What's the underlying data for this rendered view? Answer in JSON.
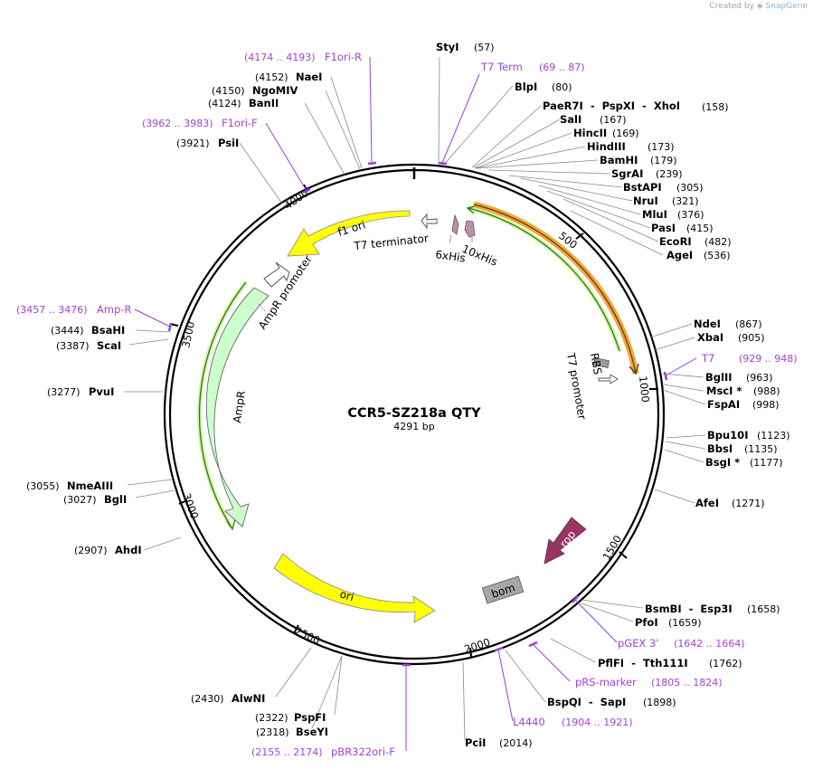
{
  "app": {
    "created_by": "Created by",
    "brand": "SnapGene"
  },
  "plasmid": {
    "name": "CCR5-SZ218a QTY",
    "length": "4291 bp",
    "total_bp": 4291
  },
  "ticks": [
    "500",
    "1000",
    "1500",
    "2000",
    "2500",
    "3000",
    "3500",
    "4000"
  ],
  "colors": {
    "backbone": "#000000",
    "site_line": "#8a8a8a",
    "primer": "#9a3fe0",
    "ori": "#ffff00",
    "ampr": "#ccffcc",
    "rop": "#993366",
    "bom": "#a6a6a6",
    "insert": "#f2a53f",
    "his": "#cc99aa"
  },
  "sites": [
    {
      "name": "StyI",
      "pos": "(57)"
    },
    {
      "name": "BlpI",
      "pos": "(80)"
    },
    {
      "name": "PaeR7I  -  PspXI  -  XhoI",
      "pos": "(158)"
    },
    {
      "name": "SalI",
      "pos": "(167)"
    },
    {
      "name": "HincII",
      "pos": "(169)"
    },
    {
      "name": "HindIII",
      "pos": "(173)"
    },
    {
      "name": "BamHI",
      "pos": "(179)"
    },
    {
      "name": "SgrAI",
      "pos": "(239)"
    },
    {
      "name": "BstAPI",
      "pos": "(305)"
    },
    {
      "name": "NruI",
      "pos": "(321)"
    },
    {
      "name": "MluI",
      "pos": "(376)"
    },
    {
      "name": "PasI",
      "pos": "(415)"
    },
    {
      "name": "EcoRI",
      "pos": "(482)"
    },
    {
      "name": "AgeI",
      "pos": "(536)"
    },
    {
      "name": "NdeI",
      "pos": "(867)"
    },
    {
      "name": "XbaI",
      "pos": "(905)"
    },
    {
      "name": "BglII",
      "pos": "(963)"
    },
    {
      "name": "MscI *",
      "pos": "(988)"
    },
    {
      "name": "FspAI",
      "pos": "(998)"
    },
    {
      "name": "Bpu10I",
      "pos": "(1123)"
    },
    {
      "name": "BbsI",
      "pos": "(1135)"
    },
    {
      "name": "BsgI *",
      "pos": "(1177)"
    },
    {
      "name": "AfeI",
      "pos": "(1271)"
    },
    {
      "name": "BsmBI  -  Esp3I",
      "pos": "(1658)"
    },
    {
      "name": "PfoI",
      "pos": "(1659)"
    },
    {
      "name": "PflFI  -  Tth111I",
      "pos": "(1762)"
    },
    {
      "name": "BspQI  -  SapI",
      "pos": "(1898)"
    },
    {
      "name": "PciI",
      "pos": "(2014)"
    },
    {
      "name": "BseYI",
      "pos": "(2318)"
    },
    {
      "name": "PspFI",
      "pos": "(2322)"
    },
    {
      "name": "AlwNI",
      "pos": "(2430)"
    },
    {
      "name": "AhdI",
      "pos": "(2907)"
    },
    {
      "name": "BglI",
      "pos": "(3027)"
    },
    {
      "name": "NmeAIII",
      "pos": "(3055)"
    },
    {
      "name": "PvuI",
      "pos": "(3277)"
    },
    {
      "name": "ScaI",
      "pos": "(3387)"
    },
    {
      "name": "BsaHI",
      "pos": "(3444)"
    },
    {
      "name": "PsiI",
      "pos": "(3921)"
    },
    {
      "name": "BanII",
      "pos": "(4124)"
    },
    {
      "name": "NgoMIV",
      "pos": "(4150)"
    },
    {
      "name": "NaeI",
      "pos": "(4152)"
    }
  ],
  "primers": [
    {
      "name": "T7 Term",
      "range": "(69 .. 87)"
    },
    {
      "name": "T7",
      "range": "(929 .. 948)"
    },
    {
      "name": "pGEX 3'",
      "range": "(1642 .. 1664)"
    },
    {
      "name": "pRS-marker",
      "range": "(1805 .. 1824)"
    },
    {
      "name": "L4440",
      "range": "(1904 .. 1921)"
    },
    {
      "name": "pBR322ori-F",
      "range": "(2155 .. 2174)"
    },
    {
      "name": "Amp-R",
      "range": "(3457 .. 3476)"
    },
    {
      "name": "F1ori-F",
      "range": "(3962 .. 3983)"
    },
    {
      "name": "F1ori-R",
      "range": "(4174 .. 4193)"
    }
  ],
  "features": [
    "f1 ori",
    "T7 terminator",
    "6xHis",
    "10xHis",
    "AmpR promoter",
    "AmpR",
    "RBS",
    "T7 promoter",
    "ori",
    "rop",
    "bom"
  ]
}
